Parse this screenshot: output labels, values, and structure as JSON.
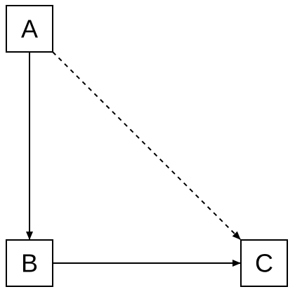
{
  "diagram": {
    "nodes": [
      {
        "id": "A",
        "label": "A"
      },
      {
        "id": "B",
        "label": "B"
      },
      {
        "id": "C",
        "label": "C"
      }
    ],
    "edges": [
      {
        "from": "A",
        "to": "B",
        "style": "solid"
      },
      {
        "from": "B",
        "to": "C",
        "style": "solid"
      },
      {
        "from": "A",
        "to": "C",
        "style": "dashed"
      }
    ],
    "colors": {
      "stroke": "#000000",
      "fill": "#ffffff",
      "background": "#ffffff"
    }
  }
}
